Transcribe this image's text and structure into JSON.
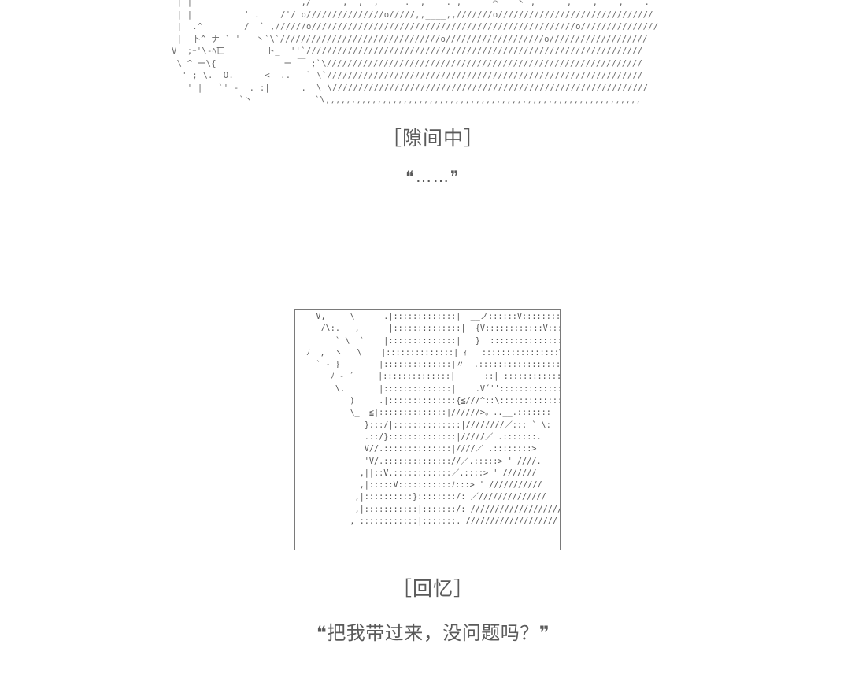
{
  "art": {
    "top": " | |                     ,/      ,  ,  ,     .  ,    . ,  ̄ ̄ ̄ ̄ ̄⌒ ̄ ｀丶 ,      ,    ,    ,    .\n | |          ' .    /'/ o///////////////o/////,,____,,///////o//////////////////////////////\n |  .^        /  ` ,//////o///////////////////////////////////////////////////o///////////////\n |  卜^ ナ ` '   丶`\\`///////////////////////////////o///////////////////o///////////////////\nV  ;ｰ'\\-ﾍ匸        ト_  ''`/////////////////////////////////////////////////////////////////\n \\ ^ ー\\{           ' ー ￣ ;`\\/////////////////////////////////////////////////////////////\n  ' ;_\\.__O.___   <  ..   ` \\`/////////////////////////////////////////////////////////////\n   ' |   `' -  .|:|      .  \\ \\/////////////////////////////////////////////////////////////\n             `丶            `\\,,,,,,,,,,,,,,,,,,,,,,,,,,,,,,,,,,,,,,,,,,,,,,,,,,,,,,,,,,,,,",
    "box": "   V,     \\      .|:::::::::::::|  __ノ::::::V:::::::::::::\n    /\\:.   ,      |::::::::::::::|  {V::::::::::::V:::::::::::\n       ` \\  `    |::::::::::::::|   }  ::::::::::::::::V::::::::\n ﾉ  ,  ヽ   \\    |::::::::::::::| ｨ   ::::::::::::::::V:::::::\n   ` - }        |::::::::::::::|〃  .::::::::::::::::::::\\::::\n      ﾉ - ´     |::::::::::::::|      ::| :::::::::::::\\\n       \\.       |::::::::::::::|    .V´''::::::::::::::::::\n          )     .|::::::::::::::{≦///^::\\:::::::::::::::\n          \\_  ≦|::::::::::::::|//////>。..__.:::::::\n             }:::/|::::::::::::::|////////／::: ` \\:\n             .::/}::::::::::::::|/////／ .:::::::.\n             V//.::::::::::::::|////／ .::::::::>\n             'V/.:::::::::::::://／.:::::> ' ////.\n            ,||::V.::::::::::::／.::::> ' ///////\n            ,|:::::V:::::::::::ﾉ:::> ' ///////////\n           ,|::::::::::}::::::::/: ／//////////////\n           ,|:::::::::::|:::::::/: ///////////////////\n          ,|::::::::::::|:::::::. ///////////////////"
  },
  "captions": {
    "label_1": "［隙间中］",
    "line_1": "❝……❞",
    "label_2": "［回忆］",
    "line_2": "❝把我带过来，没问题吗？❞"
  }
}
